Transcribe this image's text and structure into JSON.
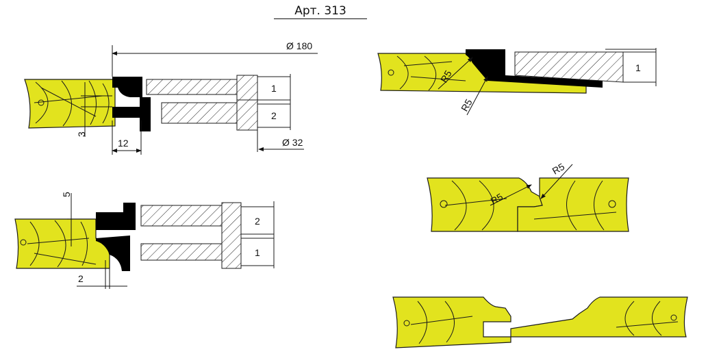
{
  "title": "Арт. 313",
  "colors": {
    "wood": "#e2e31e",
    "outline": "#1a1a1a",
    "cutter": "#000000"
  },
  "fig1": {
    "dia_outer": "Ø 180",
    "dia_bore": "Ø 32",
    "label_1": "1",
    "label_2": "2",
    "dim_3": "3",
    "dim_12": "12"
  },
  "fig2": {
    "label_2": "2",
    "label_1": "1",
    "dim_5": "5",
    "dim_2": "2"
  },
  "fig3": {
    "r_a": "R5",
    "r_b": "R5",
    "label_1": "1"
  },
  "fig4": {
    "r_a": "R5",
    "r_b": "R5"
  }
}
